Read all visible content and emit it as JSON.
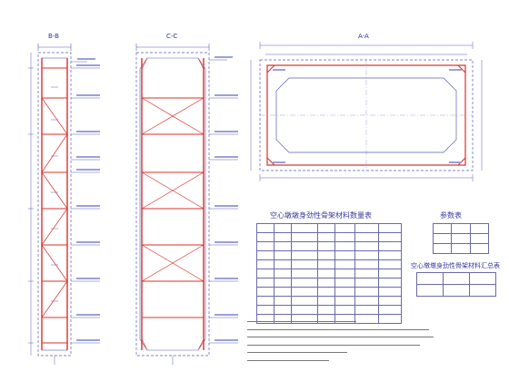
{
  "sections": {
    "bb_title": "B-B",
    "cc_title": "C-C",
    "aa_title": "A-A"
  },
  "tables": {
    "material_quantity": {
      "title": "空心墩墩身劲性骨架材料数量表",
      "rows": 11,
      "cols": 7
    },
    "parameters": {
      "title": "参数表",
      "rows": 3,
      "cols": 3
    },
    "material_summary": {
      "title": "空心墩墩身劲性骨架材料汇总表",
      "rows": 2,
      "cols": 3
    }
  },
  "notes": {
    "line_count": 6
  },
  "colors": {
    "drawing_line": "#5b5fb8",
    "red_member": "#d9302a",
    "dimension": "#2a2fa8"
  }
}
